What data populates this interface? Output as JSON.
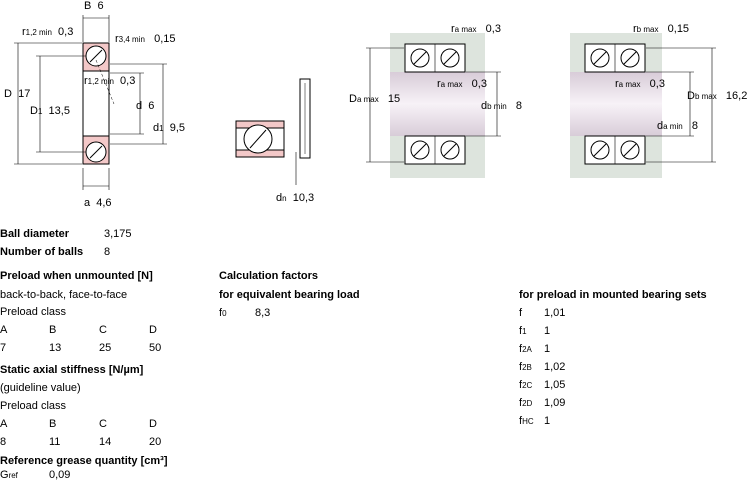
{
  "drawing": {
    "bearing": {
      "B": "B",
      "B_val": "6",
      "r12": "r",
      "r12_sub": "1,2 min",
      "r12_val": "0,3",
      "r34": "r",
      "r34_sub": "3,4 min",
      "r34_val": "0,15",
      "r12b": "r",
      "r12b_sub": "1,2 min",
      "r12b_val": "0,3",
      "D": "D",
      "D_val": "17",
      "D1": "D",
      "D1_sub": "1",
      "D1_val": "13,5",
      "d": "d",
      "d_val": "6",
      "d1": "d",
      "d1_sub": "1",
      "d1_val": "9,5",
      "a": "a",
      "a_val": "4,6"
    },
    "seal": {
      "dn": "d",
      "dn_sub": "n",
      "dn_val": "10,3"
    },
    "housing_a": {
      "ra1": "r",
      "ra1_sub": "a max",
      "ra1_val": "0,3",
      "ra2": "r",
      "ra2_sub": "a max",
      "ra2_val": "0,3",
      "Da": "D",
      "Da_sub": "a max",
      "Da_val": "15",
      "db": "d",
      "db_sub": "b min",
      "db_val": "8"
    },
    "housing_b": {
      "rb": "r",
      "rb_sub": "b max",
      "rb_val": "0,15",
      "ra": "r",
      "ra_sub": "a max",
      "ra_val": "0,3",
      "Db": "D",
      "Db_sub": "b max",
      "Db_val": "16,2",
      "da": "d",
      "da_sub": "a min",
      "da_val": "8"
    }
  },
  "specs": {
    "ball_diameter_label": "Ball diameter",
    "ball_diameter_value": "3,175",
    "number_of_balls_label": "Number of balls",
    "number_of_balls_value": "8",
    "preload_title": "Preload when unmounted [N]",
    "preload_subtitle": "back-to-back, face-to-face",
    "preload_class_label": "Preload class",
    "preload_classes": [
      "A",
      "B",
      "C",
      "D"
    ],
    "preload_values": [
      "7",
      "13",
      "25",
      "50"
    ],
    "stiffness_title": "Static axial stiffness [N/µm]",
    "stiffness_subtitle": "(guideline value)",
    "stiffness_class_label": "Preload class",
    "stiffness_classes": [
      "A",
      "B",
      "C",
      "D"
    ],
    "stiffness_values": [
      "8",
      "11",
      "14",
      "20"
    ],
    "grease_title": "Reference grease quantity [cm³]",
    "grease_symbol": "G",
    "grease_symbol_sub": "ref",
    "grease_value": "0,09"
  },
  "calc": {
    "title": "Calculation factors",
    "subtitle": "for equivalent bearing load",
    "f0_symbol": "f",
    "f0_sub": "0",
    "f0_value": "8,3"
  },
  "preload_factors": {
    "title": "for preload in mounted bearing sets",
    "items": [
      {
        "symbol": "f",
        "sub": "",
        "value": "1,01"
      },
      {
        "symbol": "f",
        "sub": "1",
        "value": "1"
      },
      {
        "symbol": "f",
        "sub": "2A",
        "value": "1"
      },
      {
        "symbol": "f",
        "sub": "2B",
        "value": "1,02"
      },
      {
        "symbol": "f",
        "sub": "2C",
        "value": "1,05"
      },
      {
        "symbol": "f",
        "sub": "2D",
        "value": "1,09"
      },
      {
        "symbol": "f",
        "sub": "HC",
        "value": "1"
      }
    ]
  },
  "colors": {
    "housing": "#dde4dd",
    "bearing_pink": "#f3c8c8",
    "shaft": "#e6dfe6"
  }
}
